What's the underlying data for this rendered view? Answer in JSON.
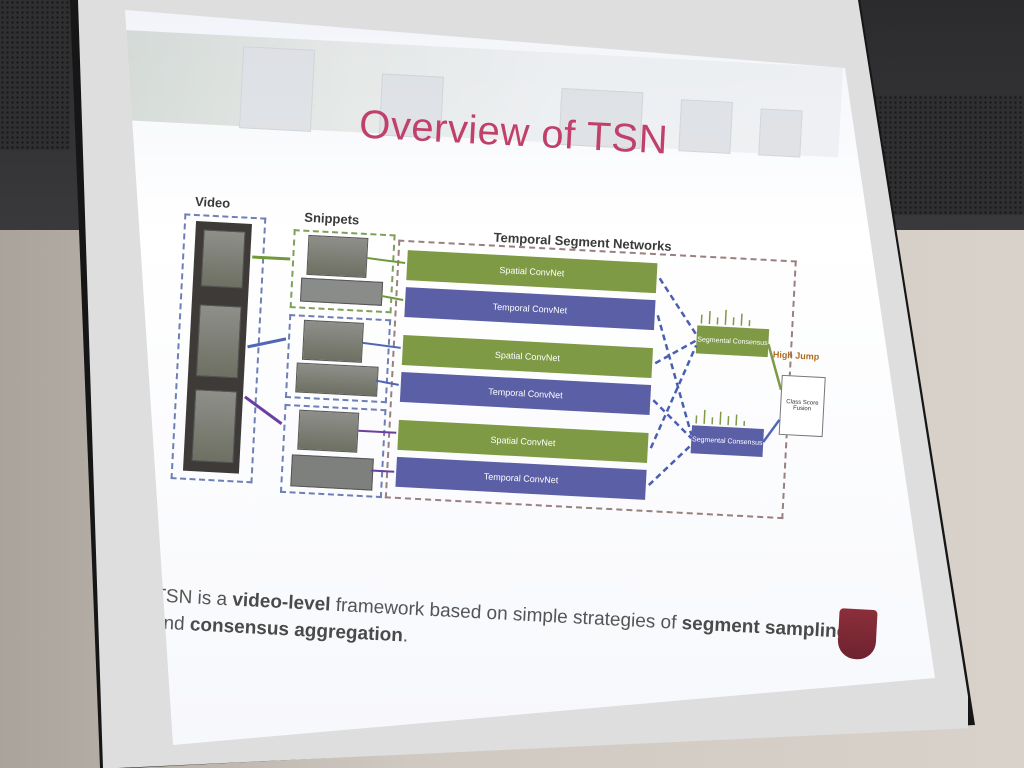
{
  "slide": {
    "title": "Overview of TSN",
    "headers": {
      "video": "Video",
      "snippets": "Snippets",
      "tsn": "Temporal Segment Networks"
    },
    "boxes": {
      "spatial": "Spatial ConvNet",
      "temporal": "Temporal ConvNet"
    },
    "consensus": "Segmental Consensus",
    "result_label": "High Jump",
    "fusion": "Class Score Fusion",
    "caption": {
      "p1": "TSN is a ",
      "b1": "video-level",
      "p2": " framework based on simple strategies of ",
      "b2": "segment sampling",
      "p3": " and ",
      "b3": "consensus aggregation",
      "p4": "."
    }
  },
  "colors": {
    "title": "#c0406a",
    "spatial": "#7e9a44",
    "temporal": "#5a5fa6"
  }
}
